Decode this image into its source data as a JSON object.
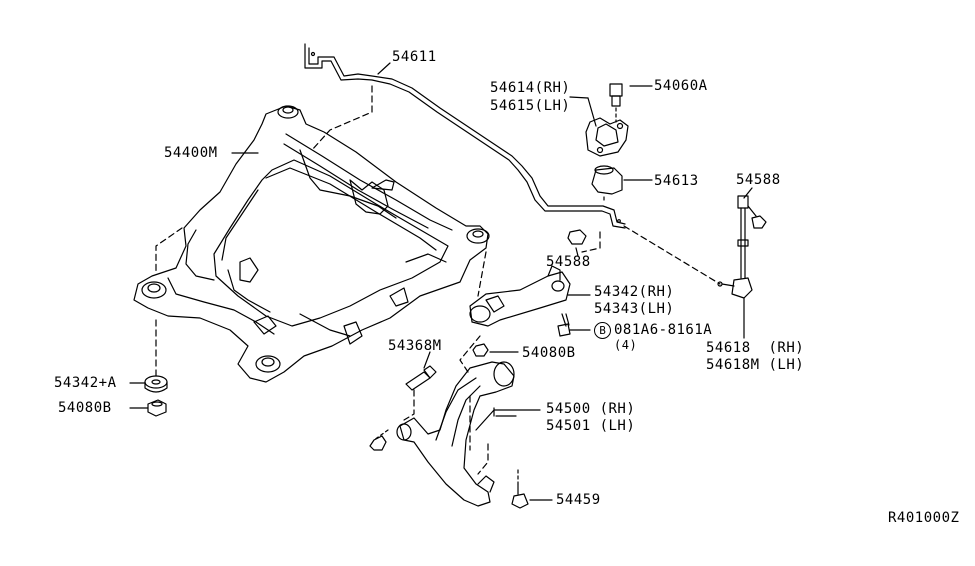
{
  "diagram": {
    "drawing_number": "R401000Z",
    "part_labels": {
      "stabilizer_bar": "54611",
      "clamp_rh": "54614(RH)",
      "clamp_lh": "54615(LH)",
      "clamp_bolt": "54060A",
      "member_assy": "54400M",
      "bushing": "54613",
      "link_nut_top": "54588",
      "nut_bracket": "54588",
      "bracket_rh": "54342(RH)",
      "bracket_lh": "54343(LH)",
      "bolt_circle": "B",
      "bolt_part": "081A6-8161A",
      "bolt_qty": "(4)",
      "link_rh": "54618  (RH)",
      "link_lh": "54618M (LH)",
      "bolt_link": "54368M",
      "nut_lower": "54080B",
      "mount_insulator": "54342+A",
      "mount_nut": "54080B",
      "arm_rh": "54500 (RH)",
      "arm_lh": "54501 (LH)",
      "ball_joint_bolt": "54459"
    }
  }
}
